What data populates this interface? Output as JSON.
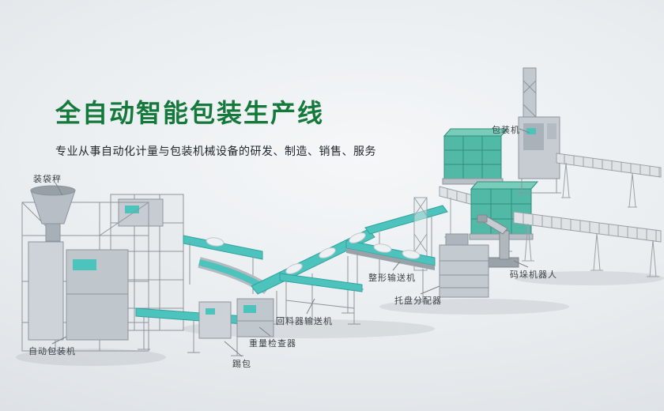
{
  "header": {
    "title": "全自动智能包装生产线",
    "subtitle": "专业从事自动化计量与包装机械设备的研发、制造、销售、服务"
  },
  "diagram": {
    "labels": [
      {
        "id": "bagging-scale",
        "text": "装袋秤"
      },
      {
        "id": "packaging-machine",
        "text": "包装机"
      },
      {
        "id": "shaping-conveyor",
        "text": "整形输送机"
      },
      {
        "id": "palletizing-robot",
        "text": "码垛机器人"
      },
      {
        "id": "pallet-distributor",
        "text": "托盘分配器"
      },
      {
        "id": "return-feeder-conveyor",
        "text": "回料器输送机"
      },
      {
        "id": "weight-checker",
        "text": "重量检查器"
      },
      {
        "id": "kick-bag",
        "text": "踢包"
      },
      {
        "id": "auto-packaging-machine",
        "text": "自动包装机"
      }
    ]
  },
  "colors": {
    "title_green": "#15793c",
    "accent_teal": "#4cc4bd",
    "stack_teal": "#52b9a7",
    "machine_gray": "#c6ccd2",
    "label_text": "#3c4247",
    "background_light": "#f5f7f8",
    "background_dark": "#d6dbe0"
  }
}
